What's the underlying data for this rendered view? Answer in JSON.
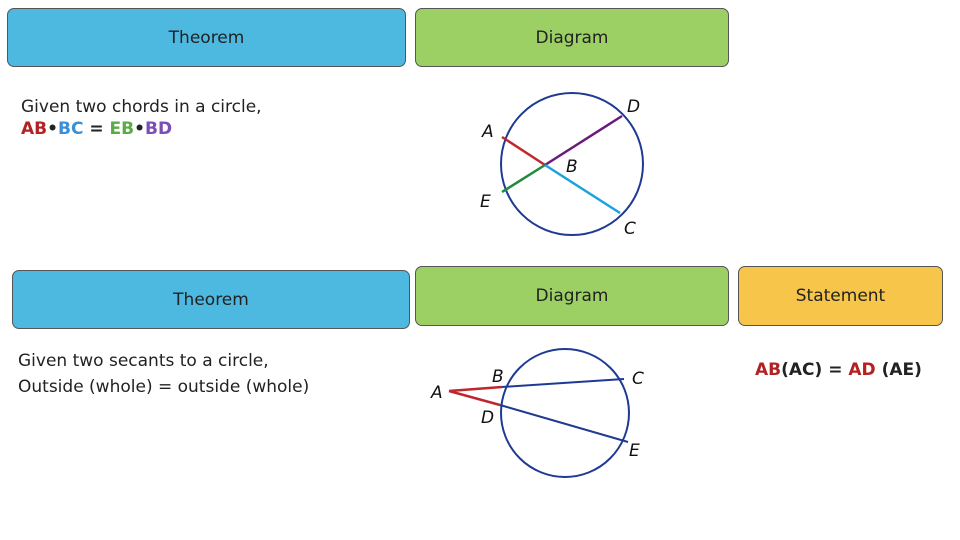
{
  "row1": {
    "theorem": "Theorem",
    "diagram": "Diagram",
    "line1": "Given two chords in a circle,",
    "formula": [
      {
        "t": "AB",
        "c": "#b22222"
      },
      {
        "t": "•",
        "c": "#222"
      },
      {
        "t": "BC",
        "c": "#3a8fd6"
      },
      {
        "t": " = ",
        "c": "#222"
      },
      {
        "t": "EB",
        "c": "#5aaa45"
      },
      {
        "t": "•",
        "c": "#222"
      },
      {
        "t": "BD",
        "c": "#7a4fb5"
      }
    ],
    "labels": {
      "A": "A",
      "B": "B",
      "C": "C",
      "D": "D",
      "E": "E"
    }
  },
  "row2": {
    "theorem": "Theorem",
    "diagram": "Diagram",
    "statement": "Statement",
    "line1": "Given two secants to a circle,",
    "line2": "Outside (whole) = outside (whole)",
    "formula": [
      {
        "t": "AB",
        "c": "#b22222"
      },
      {
        "t": "(AC) = ",
        "c": "#111"
      },
      {
        "t": "AD",
        "c": "#b22222"
      },
      {
        "t": " (AE)",
        "c": "#111"
      }
    ],
    "labels": {
      "A": "A",
      "B": "B",
      "C": "C",
      "D": "D",
      "E": "E"
    }
  }
}
